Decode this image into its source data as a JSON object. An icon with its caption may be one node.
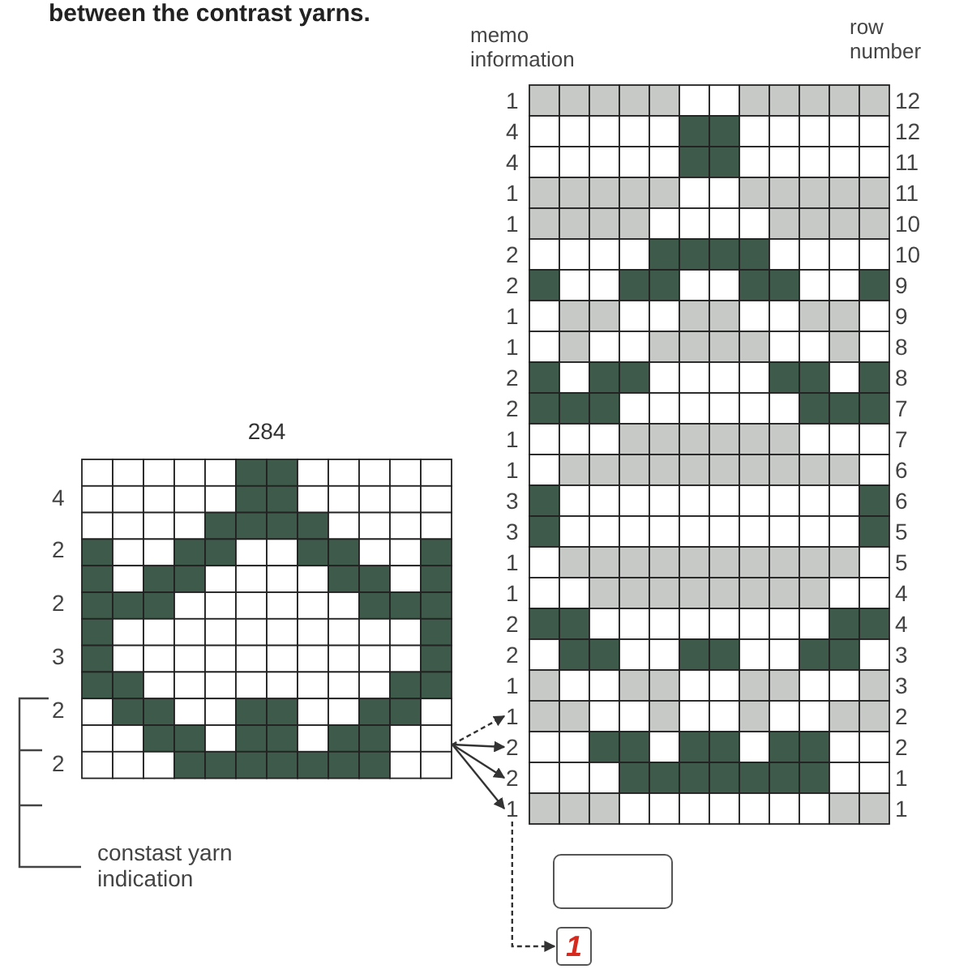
{
  "diagram": {
    "title": "between the contrast yarns.",
    "nodes": [
      {
        "text": [
          "284"
        ]
      },
      {
        "text": [],
        "shape": "grid"
      },
      {
        "text": [
          "1"
        ]
      },
      {
        "text": [
          "2"
        ]
      },
      {
        "text": [
          "2"
        ]
      },
      {
        "text": [
          "1"
        ]
      },
      {
        "text": [],
        "shape": "box"
      },
      {
        "text": [
          "1"
        ]
      }
    ],
    "edges": [
      {
        "from": 0,
        "to": 2,
        "arrow": "to",
        "style": "dashed"
      },
      {
        "from": 0,
        "to": 3,
        "arrow": "to"
      },
      {
        "from": 0,
        "to": 4,
        "arrow": "to"
      },
      {
        "from": 0,
        "to": 5,
        "arrow": "to"
      },
      {
        "from": 5,
        "to": 7,
        "arrow": "to",
        "style": "dashed"
      }
    ],
    "labels": [
      "memo information",
      "row number",
      "1",
      "4",
      "4",
      "1",
      "1",
      "2",
      "2",
      "1",
      "1",
      "2",
      "2",
      "1",
      "1",
      "3",
      "3",
      "1",
      "1",
      "2",
      "2",
      "1",
      "12",
      "12",
      "11",
      "11",
      "10",
      "10",
      "9",
      "9",
      "8",
      "8",
      "7",
      "7",
      "6",
      "6",
      "5",
      "5",
      "4",
      "4",
      "3",
      "3",
      "2",
      "2",
      "1",
      "1",
      "4",
      "2",
      "2",
      "3",
      "2",
      "2",
      "constast yarn indication"
    ]
  }
}
